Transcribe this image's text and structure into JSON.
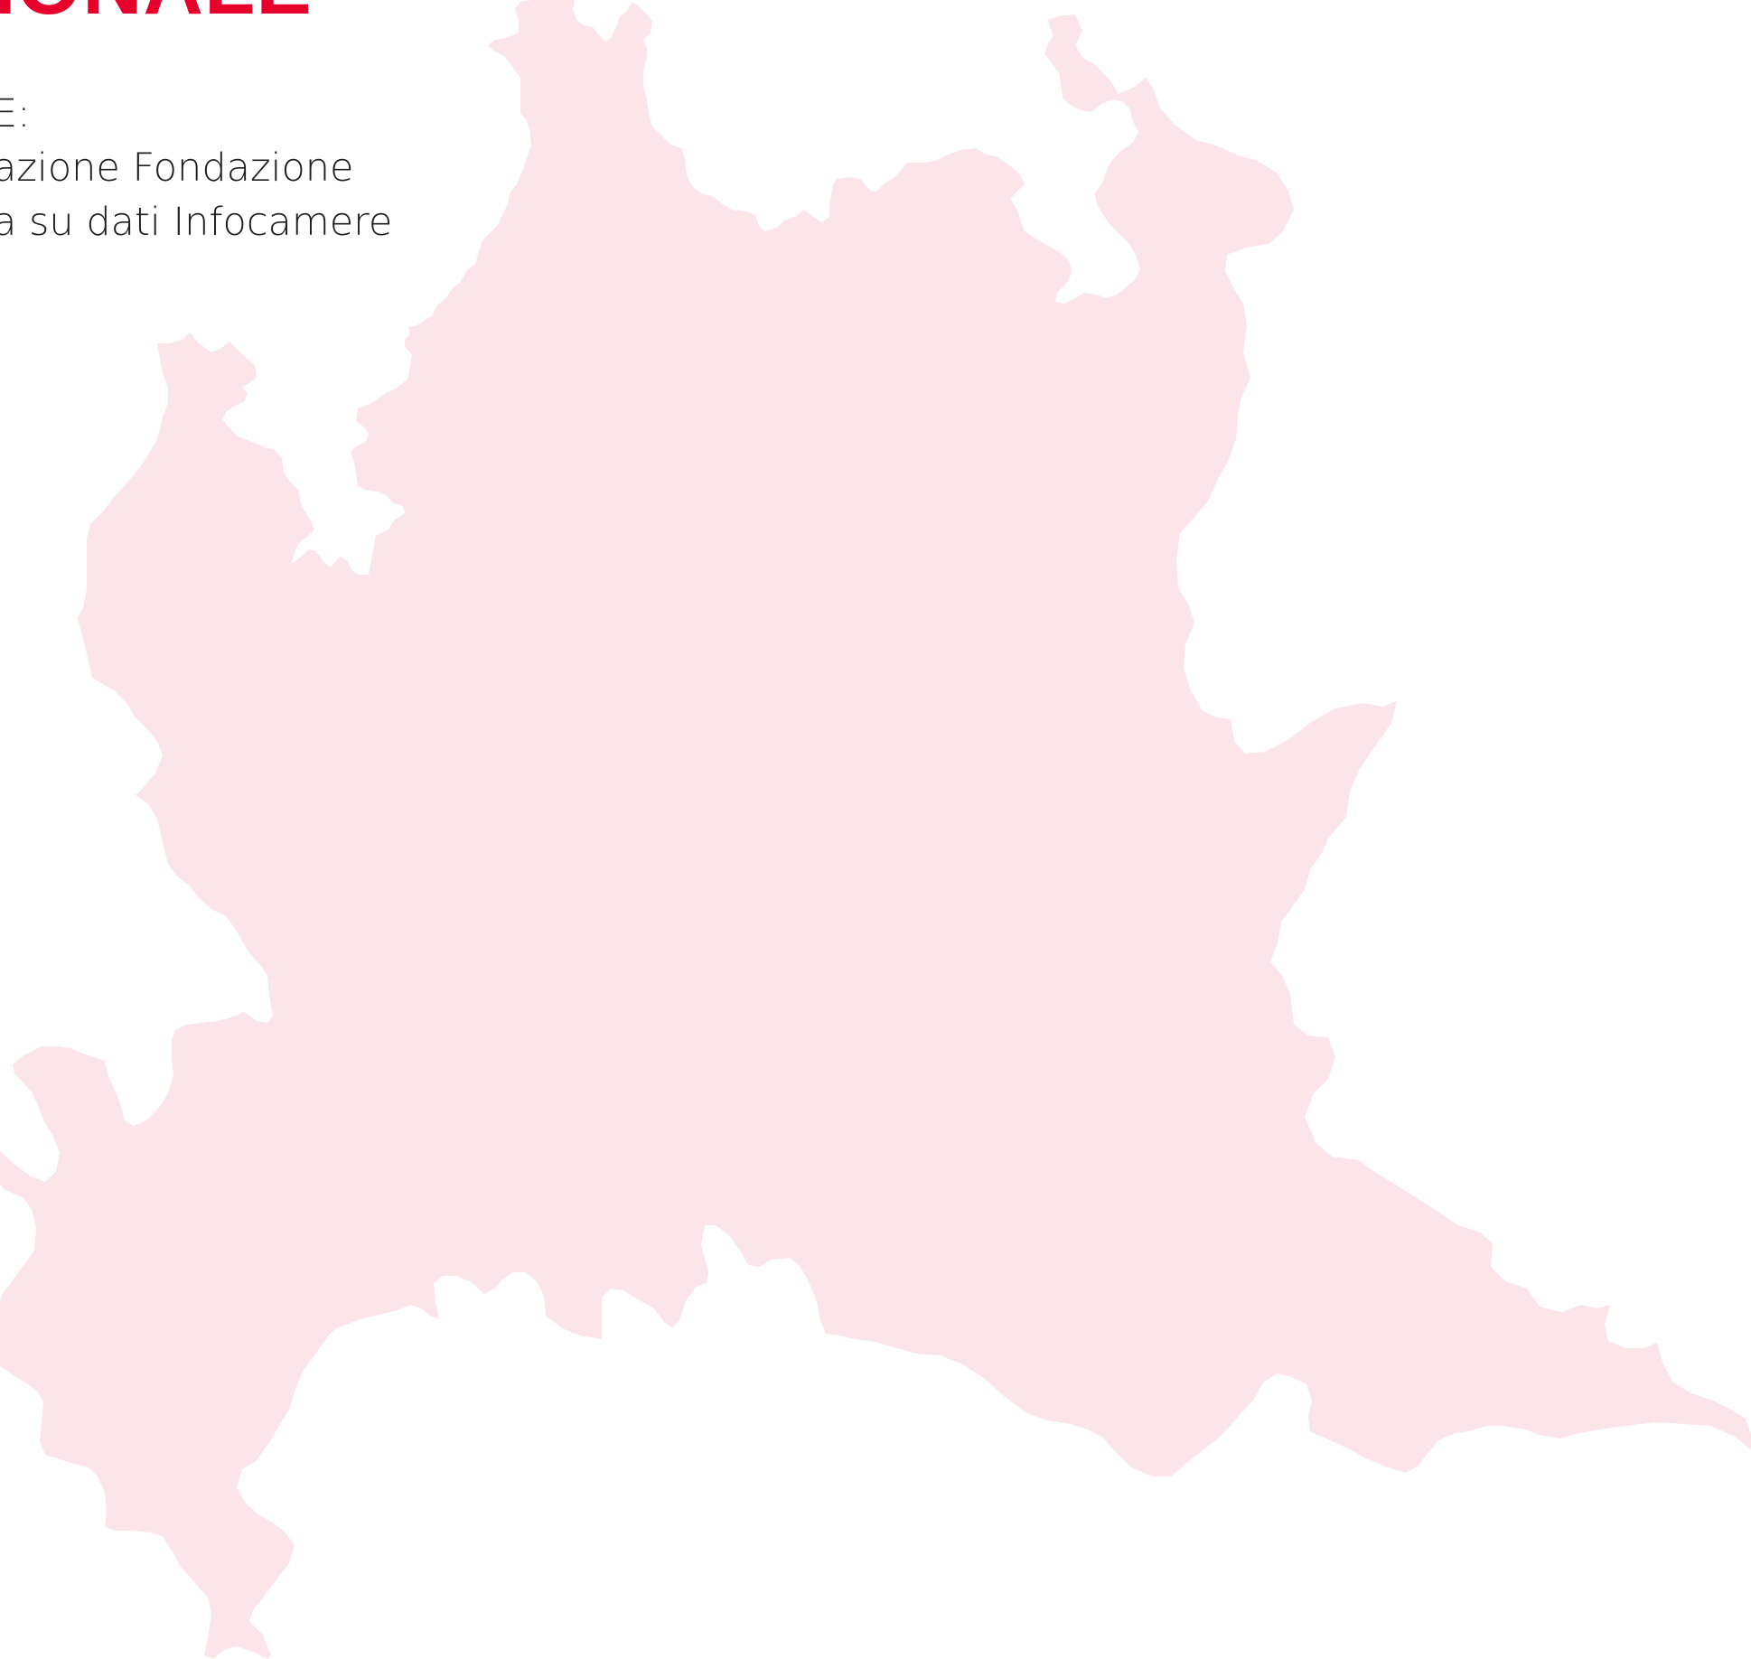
{
  "header": {
    "title": "IONALE",
    "title_color": "#e8002d"
  },
  "source": {
    "lines": [
      "E:",
      "azione Fondazione",
      "a su dati Infocamere"
    ]
  },
  "map": {
    "fill_color": "#fbe5e8"
  }
}
